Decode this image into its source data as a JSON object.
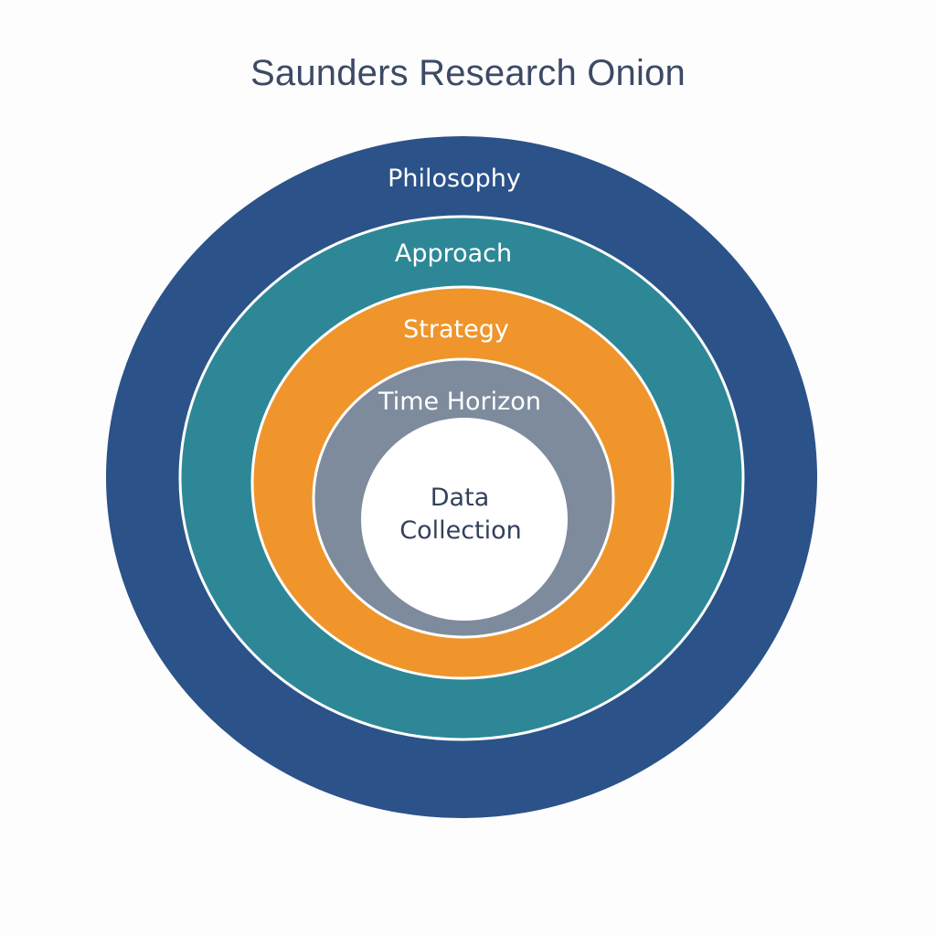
{
  "title": "Saunders Research Onion",
  "layers": [
    {
      "label": "Philosophy",
      "fill": "#2b5289",
      "text_color": "#ffffff"
    },
    {
      "label": "Approach",
      "fill": "#2e8796",
      "text_color": "#ffffff"
    },
    {
      "label": "Strategy",
      "fill": "#ef952c",
      "text_color": "#ffffff"
    },
    {
      "label": "Time Horizon",
      "fill": "#7d8b9d",
      "text_color": "#ffffff"
    }
  ],
  "core": {
    "label_line1": "Data",
    "label_line2": "Collection",
    "fill": "#ffffff",
    "text_color": "#34405c"
  }
}
